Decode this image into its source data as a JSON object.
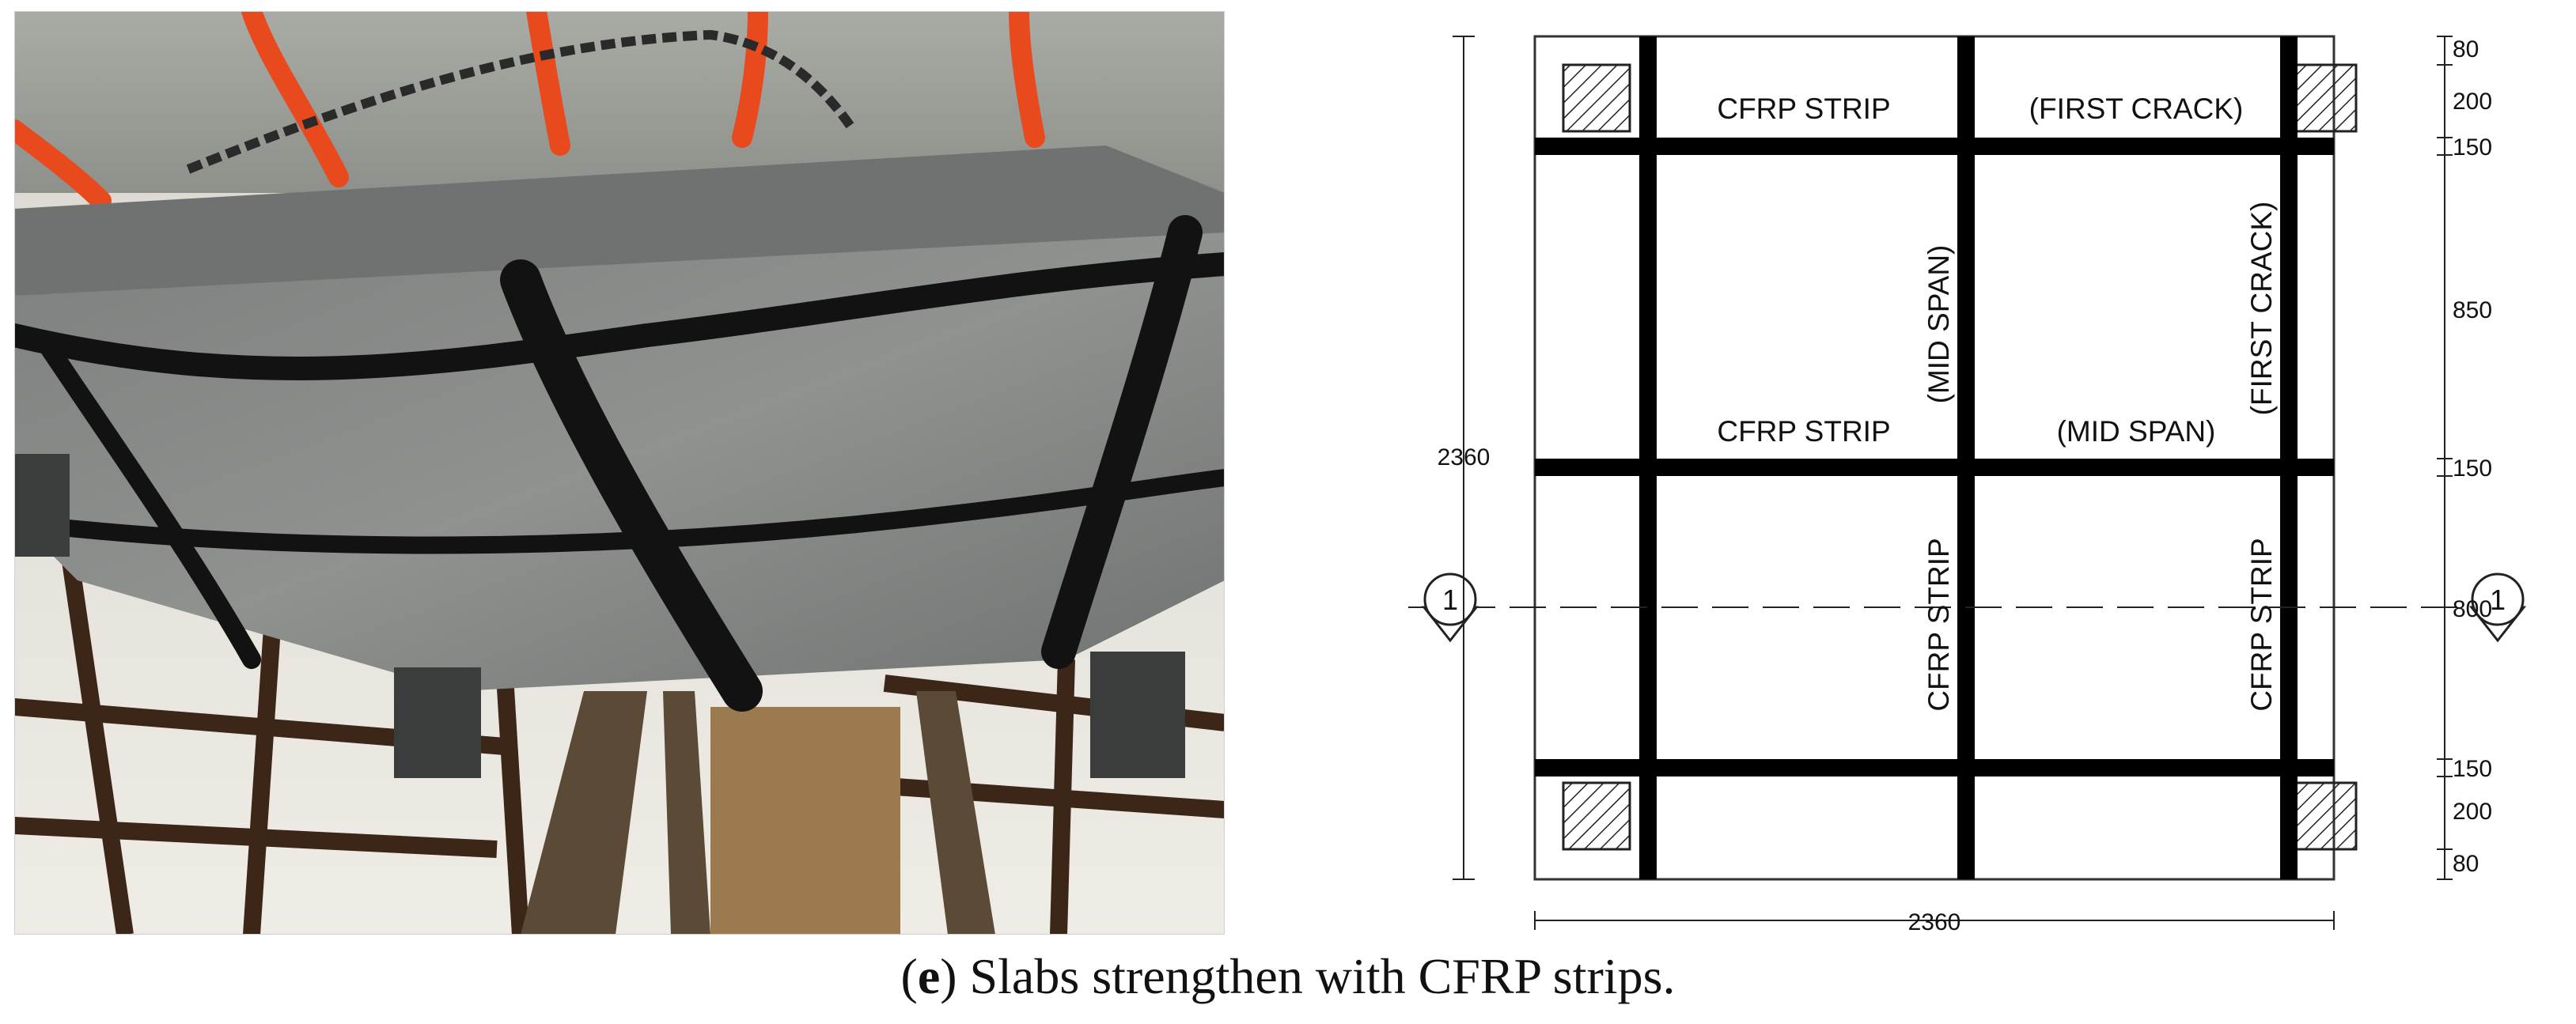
{
  "caption": {
    "letter": "e",
    "open": "(",
    "close": ")",
    "text": " Slabs strengthen with CFRP strips."
  },
  "drawing": {
    "labels": {
      "cfrp_top": "CFRP STRIP",
      "first_crack_top": "(FIRST CRACK)",
      "mid_span_vertical": "(MID SPAN)",
      "first_crack_vertical": "(FIRST CRACK)",
      "cfrp_mid": "CFRP STRIP",
      "mid_span_mid": "(MID SPAN)",
      "cfrp_vertical_left": "CFRP STRIP",
      "cfrp_vertical_right": "CFRP STRIP"
    },
    "section_marker": "1",
    "dimensions": {
      "width": "2360",
      "height": "2360",
      "right": [
        "80",
        "200",
        "150",
        "850",
        "150",
        "800",
        "150",
        "200",
        "80"
      ]
    }
  },
  "colors": {
    "strip": "#000000",
    "concrete": "#8a8d8a",
    "frame": "#3b2618"
  }
}
